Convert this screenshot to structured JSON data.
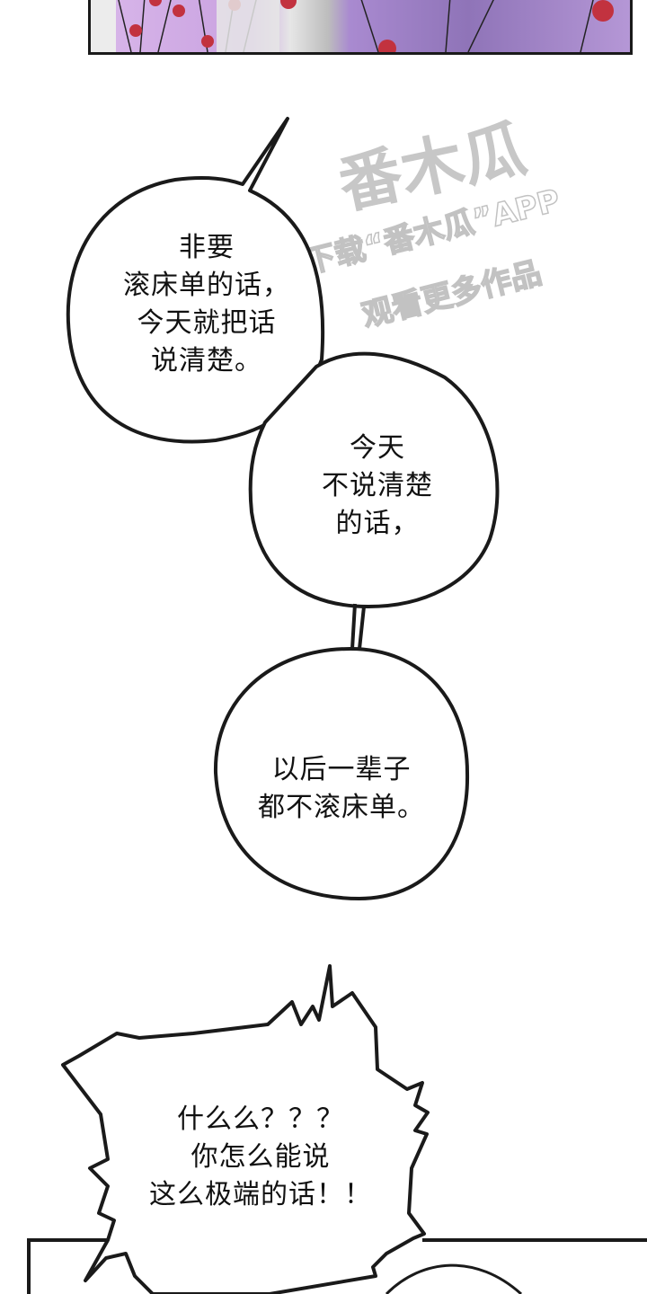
{
  "top_panel": {
    "description": "purple candy-apple patterned art panel (cropped)",
    "colors": {
      "lavender": "#d9b7ea",
      "purple": "#8f74b8",
      "red": "#c2323f",
      "border": "#1a1a1a"
    }
  },
  "watermark": {
    "logo": "番木瓜",
    "line1": "下载“番木瓜”APP",
    "line2": "观看更多作品",
    "color": "#9a9a9a"
  },
  "bubbles": [
    {
      "id": "bubble-1",
      "text": "非要\n滚床单的话，\n今天就把话\n说清楚。"
    },
    {
      "id": "bubble-2",
      "text": "今天\n不说清楚\n的话，"
    },
    {
      "id": "bubble-3",
      "text": "以后一辈子\n都不滚床单。"
    },
    {
      "id": "bubble-4",
      "text": "什么么？？？\n你怎么能说\n这么极端的话！！"
    }
  ]
}
